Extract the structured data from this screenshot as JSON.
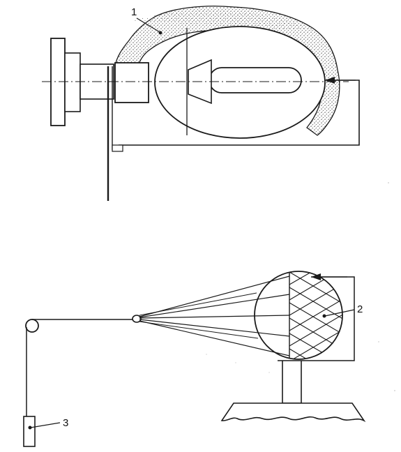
{
  "labels": {
    "one": "1",
    "two": "2",
    "three": "3"
  },
  "colors": {
    "ink": "#1a1a1a",
    "stipple": "#555555",
    "paper": "#ffffff"
  }
}
